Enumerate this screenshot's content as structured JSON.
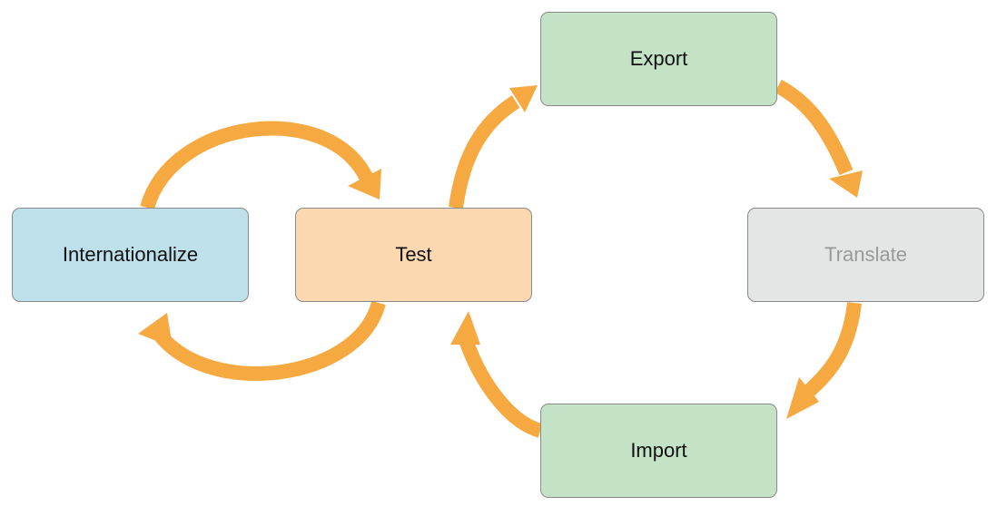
{
  "colors": {
    "arrow": "#F5A940",
    "border": "#8A8A8A",
    "text": "#111111",
    "text_muted": "#999999"
  },
  "nodes": {
    "internationalize": {
      "label": "Internationalize",
      "fill": "#BDE0EB",
      "text_color": "#111111"
    },
    "test": {
      "label": "Test",
      "fill": "#FCD8B0",
      "text_color": "#111111"
    },
    "export": {
      "label": "Export",
      "fill": "#C4E2C6",
      "text_color": "#111111"
    },
    "translate": {
      "label": "Translate",
      "fill": "#E4E6E5",
      "text_color": "#999999"
    },
    "import": {
      "label": "Import",
      "fill": "#C4E2C6",
      "text_color": "#111111"
    }
  },
  "edges": [
    {
      "id": "internationalize-to-test",
      "from": "internationalize",
      "to": "test"
    },
    {
      "id": "test-to-internationalize",
      "from": "test",
      "to": "internationalize"
    },
    {
      "id": "test-to-export",
      "from": "test",
      "to": "export"
    },
    {
      "id": "export-to-translate",
      "from": "export",
      "to": "translate"
    },
    {
      "id": "translate-to-import",
      "from": "translate",
      "to": "import"
    },
    {
      "id": "import-to-test",
      "from": "import",
      "to": "test"
    }
  ]
}
